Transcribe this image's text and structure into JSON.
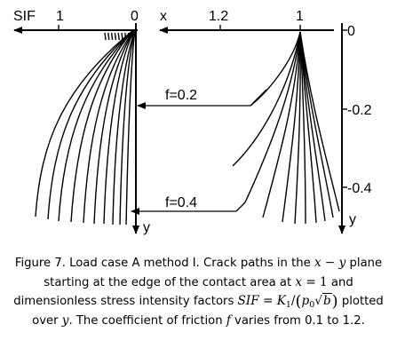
{
  "figure": {
    "left_axis": {
      "label": "SIF",
      "tick_1": "1",
      "tick_0": "0"
    },
    "right_axis": {
      "label": "x",
      "tick_1_2": "1.2",
      "tick_1": "1"
    },
    "y_axis": {
      "label_left": "y",
      "label_right": "y",
      "tick_0": "0",
      "tick_0_2": "-0.2",
      "tick_0_4": "-0.4"
    },
    "annotation_top": "f=0.2",
    "annotation_bottom": "f=0.4"
  },
  "caption": {
    "part1": "Figure 7. Load case A method I. Crack paths in the ",
    "xy_x": "x",
    "xy_minus": " − ",
    "xy_y": "y",
    "part2": " plane starting at the edge of the contact area at ",
    "eq_x": "x",
    "eq_eq": " = 1",
    "part3": " and dimensionless stress intensity factors ",
    "sif": "SIF",
    "eq2": " = ",
    "k": "K",
    "k_sub": "1",
    "slash": "/",
    "paren_open": "(",
    "p": "p",
    "p_sub": "0",
    "sqrt": "√",
    "b": "b",
    "paren_close": ")",
    "part4": " plotted over ",
    "y": "y",
    "part5": ". The coefficient of friction ",
    "f": "f",
    "part6": " varies from 0.1 to 1.2."
  }
}
